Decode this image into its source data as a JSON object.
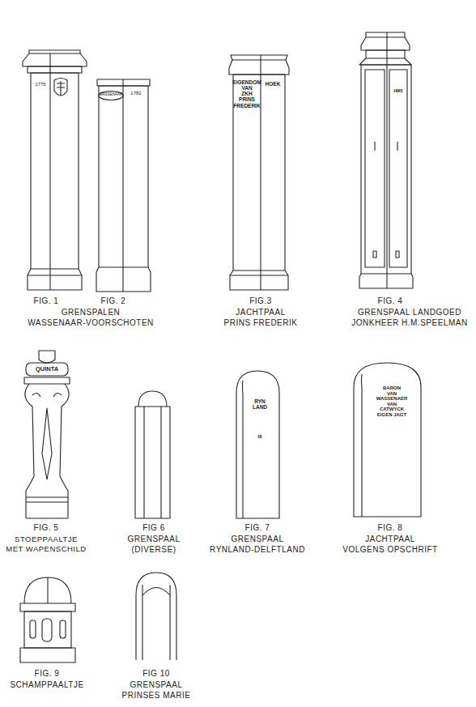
{
  "diagram": {
    "labels": [
      "1775",
      "WASSENAAR",
      "1782",
      "EIGENDOM VAN ZKH PRINS FREDERIK",
      "HOEK",
      "HMS",
      "QUINTA",
      "RYN LAND",
      "III",
      "BARON VAN WASSENAER VAN CATWYCK EIGEN JAGT",
      "FIG. 1",
      "FIG. 2",
      "GRENSPALEN WASSENAAR-VOORSCHOTEN",
      "FIG.3",
      "JACHTPAAL PRINS FREDERIK",
      "FIG. 4",
      "GRENSPAAL LANDGOED JONKHEER H.M.SPEELMAN",
      "FIG. 5",
      "STOEPPAALTJE MET WAPENSCHILD",
      "FIG 6",
      "GRENSPAAL (DIVERSE)",
      "FIG. 7",
      "GRENSPAAL RYNLAND-DELFTLAND",
      "FIG. 8",
      "JACHTPAAL VOLGENS OPSCHRIFT",
      "FIG. 9",
      "SCHAMPPAALTJE",
      "FIG 10",
      "GRENSPAAL PRINSES MARIE"
    ]
  }
}
